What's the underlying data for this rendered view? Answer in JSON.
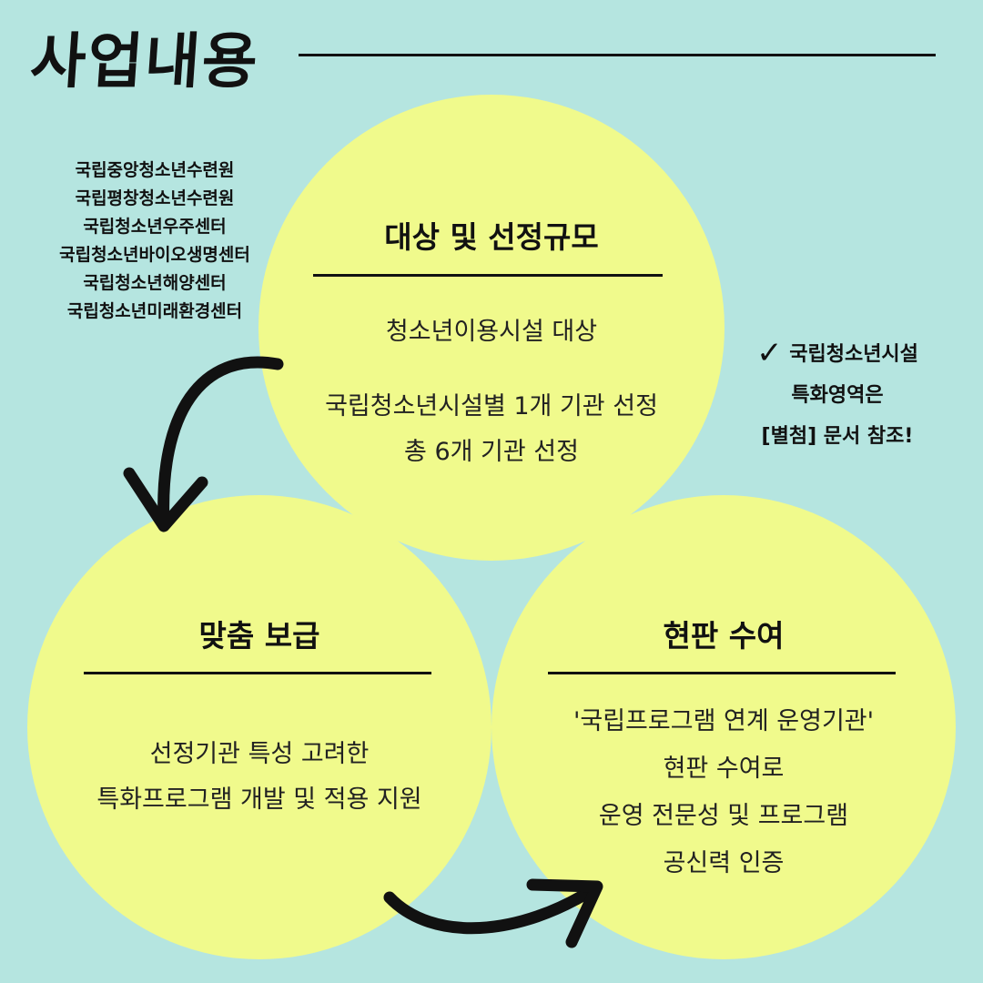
{
  "title": "사업내용",
  "facilities": [
    "국립중앙청소년수련원",
    "국립평창청소년수련원",
    "국립청소년우주센터",
    "국립청소년바이오생명센터",
    "국립청소년해양센터",
    "국립청소년미래환경센터"
  ],
  "note": {
    "check_icon": "✓",
    "lines": [
      "국립청소년시설",
      "특화영역은",
      "[별첨] 문서 참조!"
    ]
  },
  "circles": {
    "top": {
      "heading": "대상 및 선정규모",
      "lines": [
        "청소년이용시설 대상",
        "국립청소년시설별 1개 기관 선정",
        "총 6개 기관 선정"
      ]
    },
    "left": {
      "heading": "맞춤 보급",
      "lines": [
        "선정기관 특성 고려한",
        "특화프로그램 개발 및 적용 지원"
      ]
    },
    "right": {
      "heading": "현판 수여",
      "lines": [
        "'국립프로그램 연계 운영기관'",
        "현판 수여로",
        "운영 전문성 및 프로그램",
        "공신력 인증"
      ]
    }
  },
  "colors": {
    "background": "#b5e5e0",
    "circle": "#f0fa8c",
    "ink": "#111111"
  }
}
